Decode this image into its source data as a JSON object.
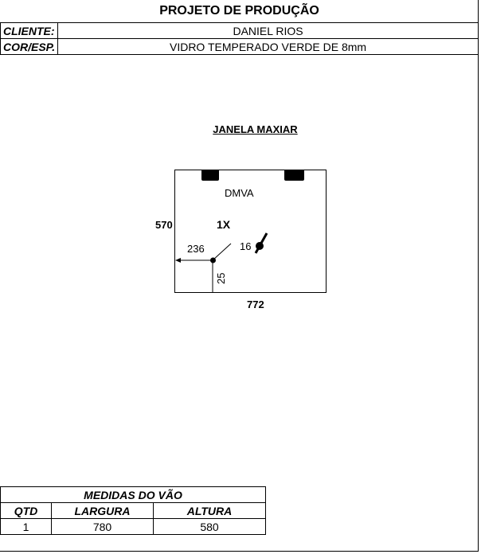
{
  "header": {
    "title": "PROJETO DE PRODUÇÃO",
    "client_label": "CLIENTE:",
    "client_value": "DANIEL RIOS",
    "color_label": "COR/ESP.",
    "color_value": "VIDRO TEMPERADO VERDE DE 8mm"
  },
  "drawing": {
    "title": "JANELA MAXIAR",
    "panel_label": "DMVA",
    "quantity": "1X",
    "height": "570",
    "width": "772",
    "hole_offset_x": "236",
    "hole_offset_y": "25",
    "hole_diameter": "16"
  },
  "measures": {
    "title": "MEDIDAS DO VÃO",
    "columns": [
      "QTD",
      "LARGURA",
      "ALTURA"
    ],
    "row": [
      "1",
      "780",
      "580"
    ]
  }
}
